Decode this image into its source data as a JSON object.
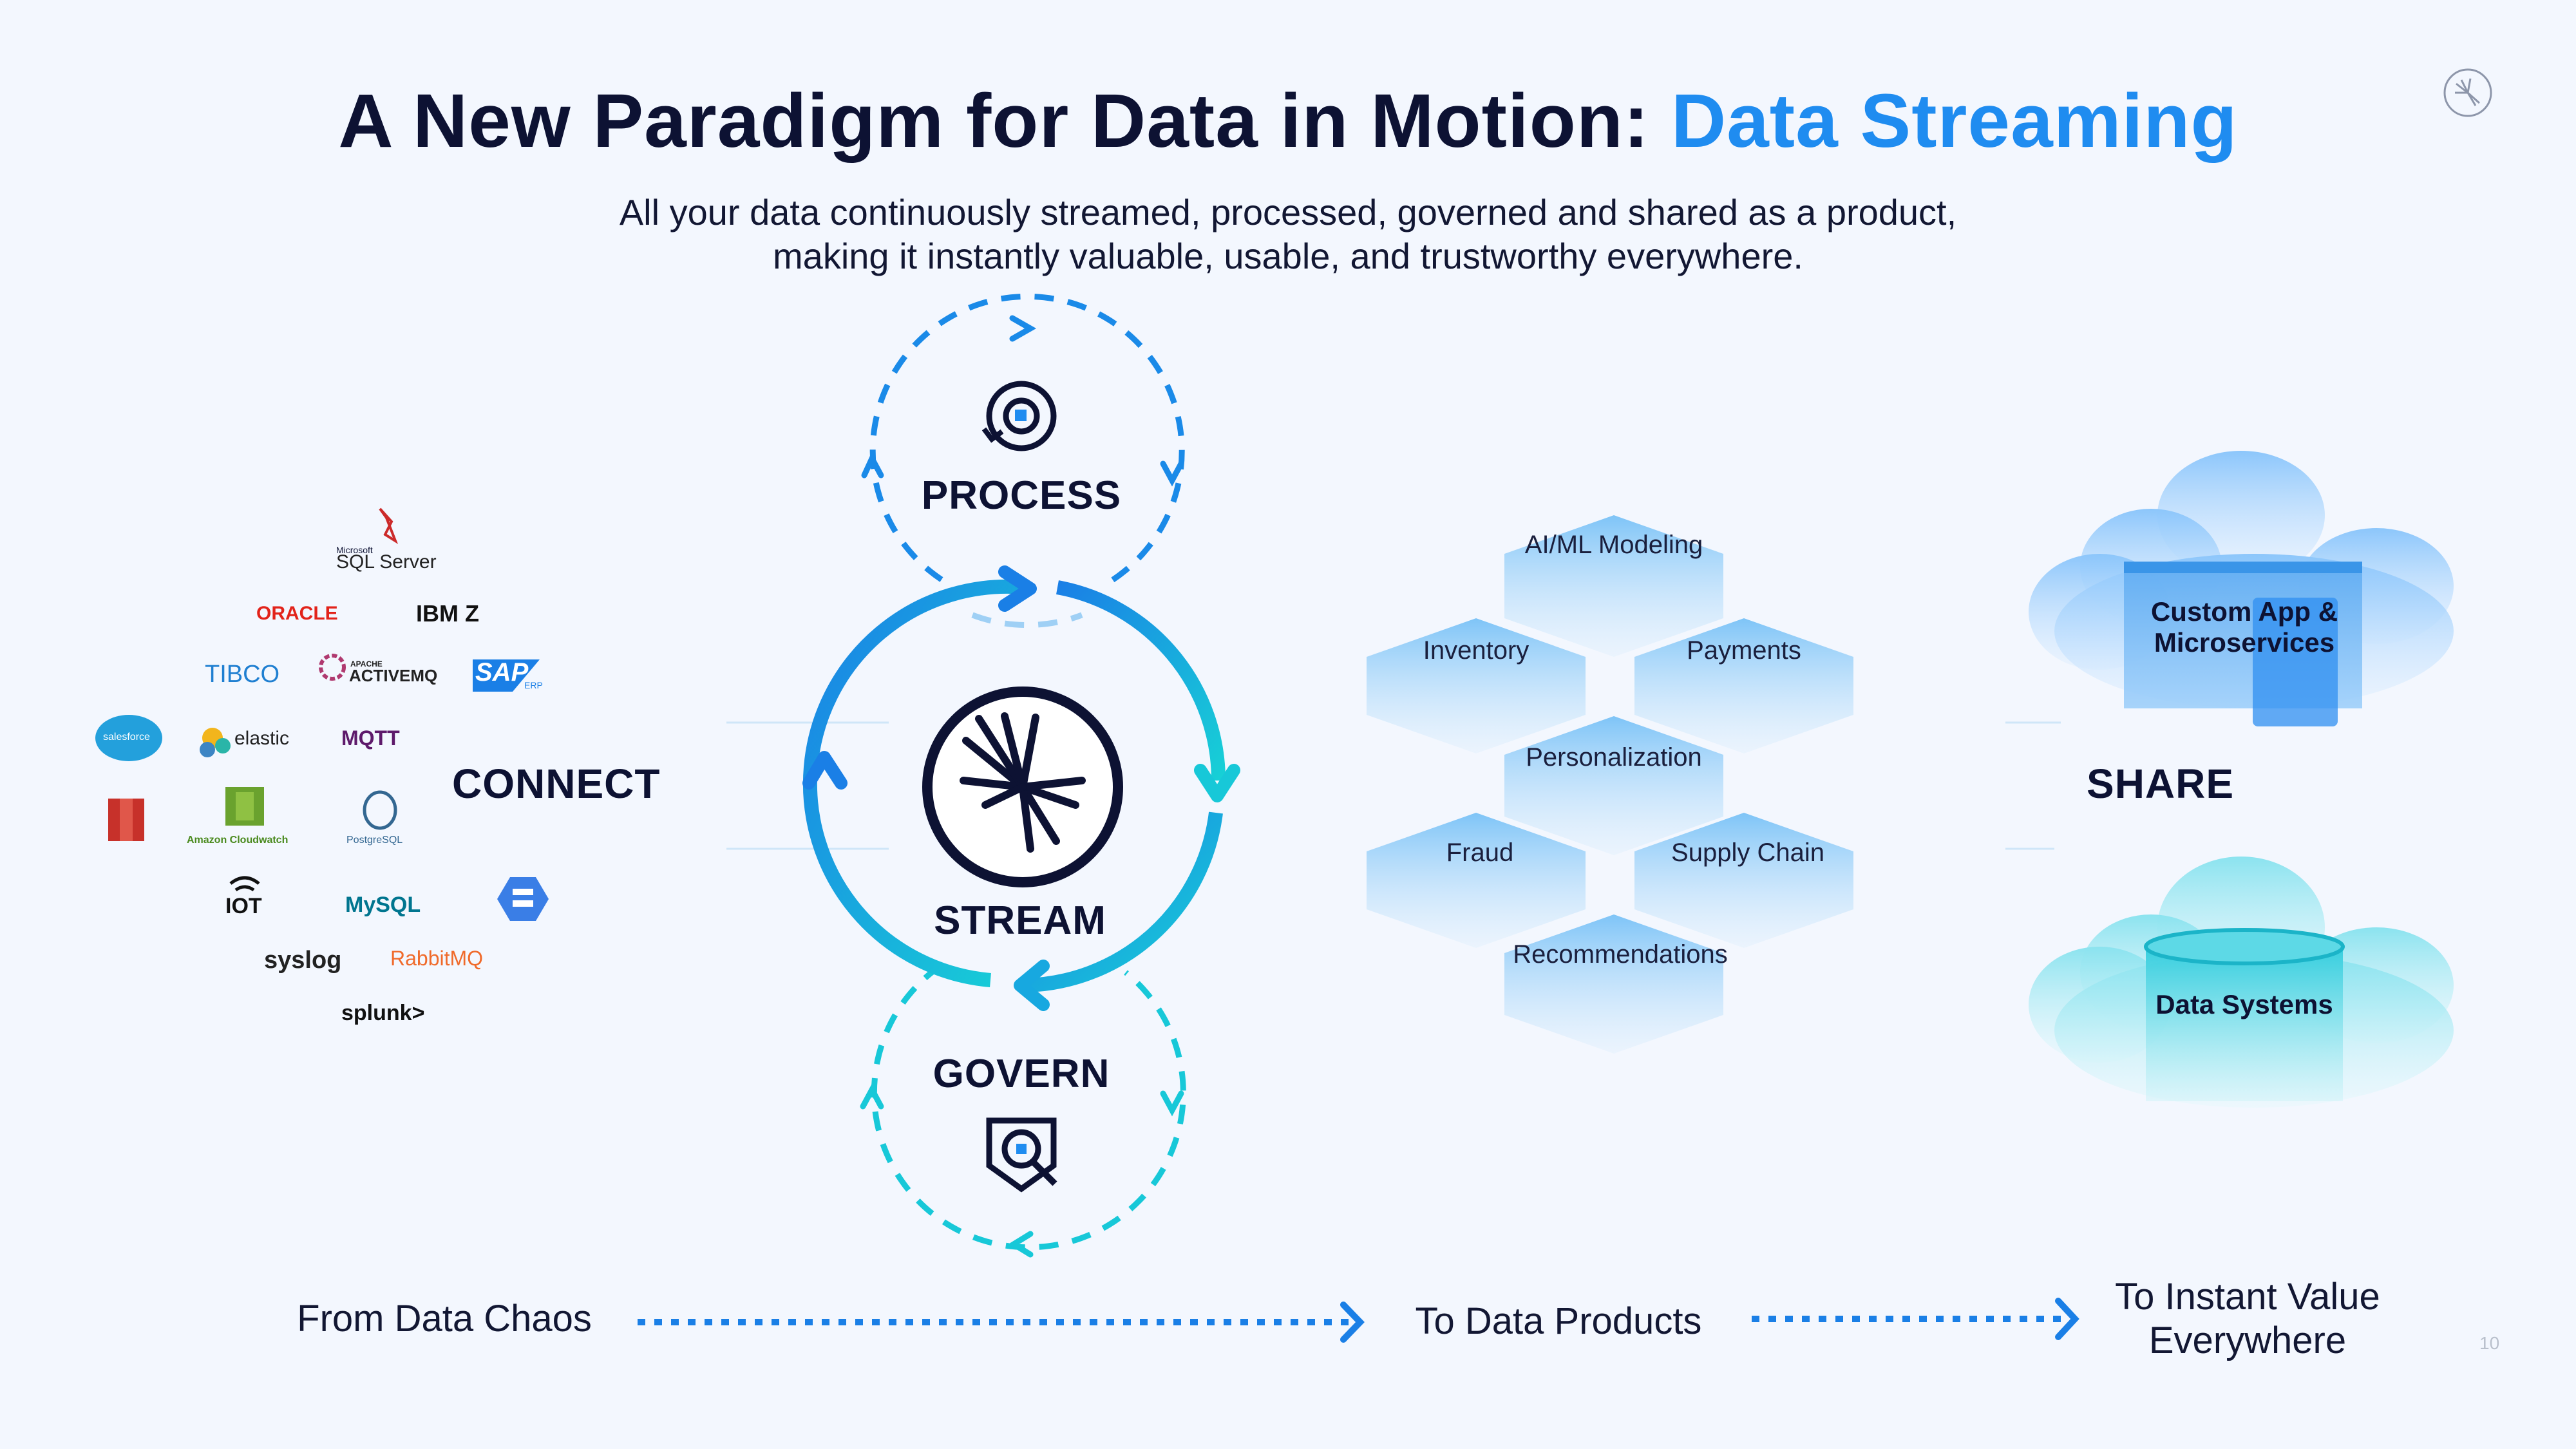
{
  "title": {
    "main": "A New Paradigm for Data in Motion:",
    "accent": "Data Streaming"
  },
  "subtitle": {
    "line1": "All your data continuously streamed, processed, governed and shared as a product,",
    "line2": "making it instantly valuable, usable, and trustworthy everywhere."
  },
  "connect_label": "CONNECT",
  "share_label": "SHARE",
  "cycle": {
    "process": "PROCESS",
    "stream": "STREAM",
    "govern": "GOVERN"
  },
  "sources": {
    "sql_server_small": "Microsoft",
    "sql_server": "SQL Server",
    "oracle": "ORACLE",
    "ibm": "IBM Z",
    "tibco": "TIBCO",
    "activemq_small": "APACHE",
    "activemq": "ACTIVEMQ",
    "sap": "SAP",
    "sap_erp": "ERP",
    "salesforce": "salesforce",
    "elastic": "elastic",
    "mqtt": "MQTT",
    "cloudwatch": "Amazon Cloudwatch",
    "postgres": "PostgreSQL",
    "iot": "IOT",
    "mysql": "MySQL",
    "syslog": "syslog",
    "rabbitmq": "RabbitMQ",
    "splunk": "splunk>"
  },
  "use_cases": [
    "AI/ML Modeling",
    "Inventory",
    "Payments",
    "Personalization",
    "Fraud",
    "Supply Chain",
    "Recommendations"
  ],
  "clouds": {
    "app": {
      "line1": "Custom App &",
      "line2": "Microservices"
    },
    "data": "Data Systems"
  },
  "bottom": {
    "from": "From Data Chaos",
    "to_products": "To Data Products",
    "to_value_line1": "To Instant Value",
    "to_value_line2": "Everywhere"
  },
  "page_number": "10",
  "colors": {
    "accent": "#1f8cf0",
    "navy": "#0d1233",
    "cyan": "#17c8d8",
    "blue": "#1a8ae8"
  },
  "icons": [
    "confluent-logo-icon",
    "process-icon",
    "govern-icon",
    "stream-logo-icon",
    "arrow-right-icon"
  ]
}
